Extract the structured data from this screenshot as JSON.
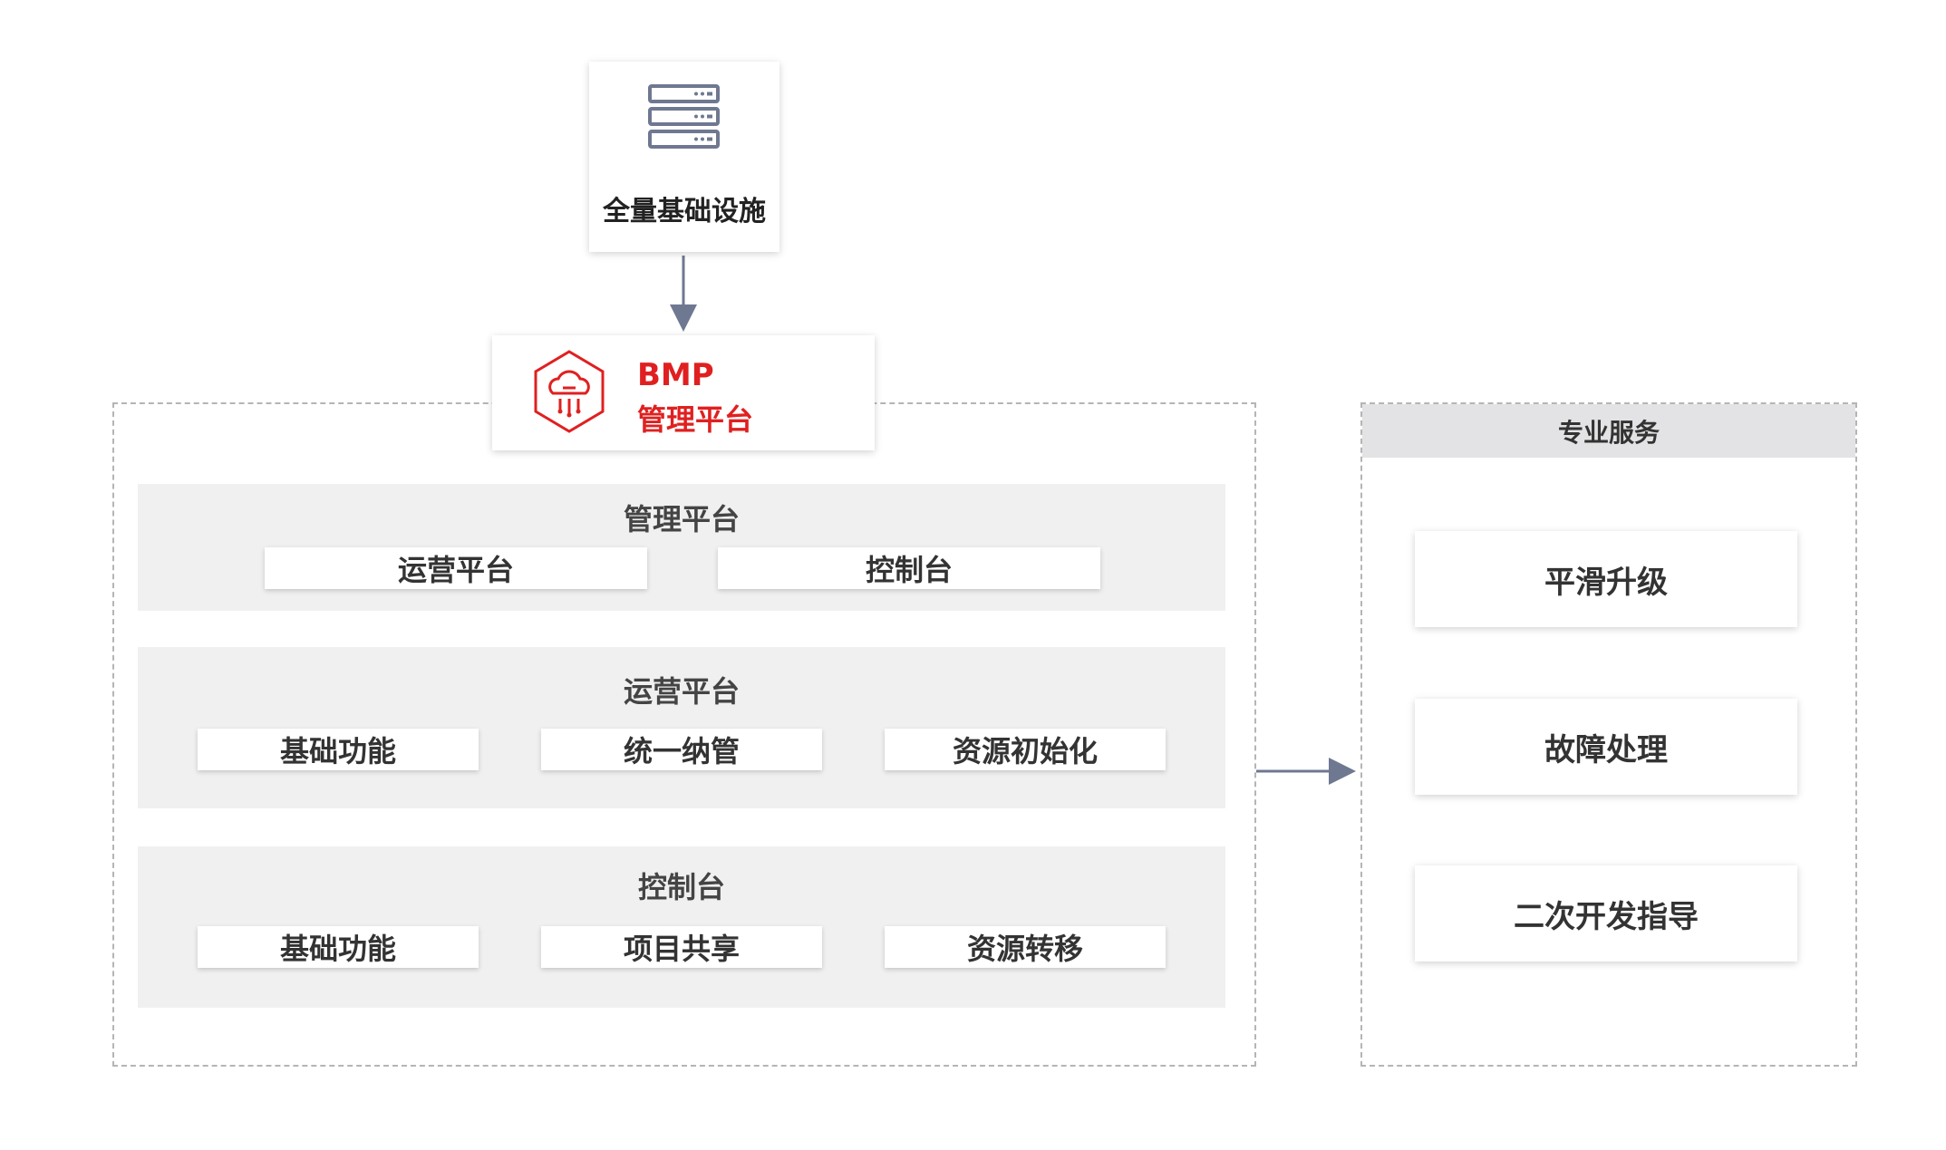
{
  "infrastructure": {
    "label": "全量基础设施",
    "icon": "server-icon"
  },
  "bmp": {
    "line1": "BMP",
    "line2": "管理平台",
    "icon": "cloud-cube-icon",
    "color": "#e02020"
  },
  "management_panel": {
    "title": "管理平台",
    "items": [
      "运营平台",
      "控制台"
    ]
  },
  "operations_panel": {
    "title": "运营平台",
    "items": [
      "基础功能",
      "统一纳管",
      "资源初始化"
    ]
  },
  "console_panel": {
    "title": "控制台",
    "items": [
      "基础功能",
      "项目共享",
      "资源转移"
    ]
  },
  "services": {
    "title": "专业服务",
    "items": [
      "平滑升级",
      "故障处理",
      "二次开发指导"
    ]
  },
  "colors": {
    "arrow": "#6f7891",
    "panel_bg": "#f0f0f0",
    "header_bg": "#e3e3e5"
  }
}
